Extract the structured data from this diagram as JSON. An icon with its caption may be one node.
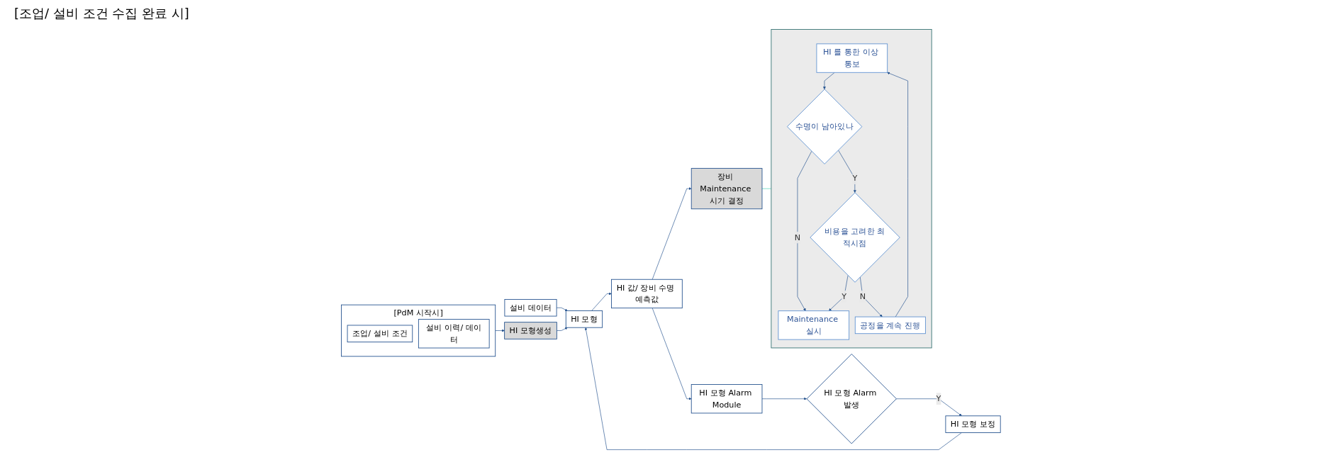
{
  "diagram": {
    "nodes": [
      {
        "text": [
          "[PdM 시작시]"
        ]
      },
      {
        "text": [
          "조업/ 설비 조건"
        ],
        "in": 0
      },
      {
        "text": [
          "설비 이력/ 데이터"
        ],
        "in": 0
      },
      {
        "text": [
          "HI 모형생성"
        ]
      },
      {
        "text": [
          "설비 데이터"
        ]
      },
      {
        "text": [
          "HI 모형"
        ]
      },
      {
        "text": [
          "장비 Maintenance 시기 결정"
        ]
      },
      {
        "text": [
          "HI 값/ 장비 수명 예측값"
        ]
      },
      {
        "text": [
          "HI 모형 Alarm Module"
        ]
      },
      {
        "text": [
          "HI 모형 Alarm 발생"
        ]
      },
      {
        "text": [
          "HI 모형 보정"
        ]
      },
      {
        "text": [],
        "shape": "box"
      },
      {
        "text": [
          "HI 를 통한 이상 통보"
        ],
        "in": 11
      },
      {
        "text": [
          "수명이 남아있나"
        ],
        "in": 11
      },
      {
        "text": [
          "Maintenance 실시"
        ],
        "in": 11
      },
      {
        "text": [
          "비용을 고려한 최적시점"
        ],
        "in": 11
      },
      {
        "text": [
          "공정을 계속 진행"
        ],
        "in": 11
      }
    ],
    "edges": [
      {
        "from": 0,
        "to": 3,
        "arrow": "to"
      },
      {
        "from": 4,
        "to": 5,
        "arrow": "to"
      },
      {
        "from": 3,
        "to": 5,
        "arrow": "to"
      },
      {
        "from": 5,
        "to": 7,
        "arrow": "to"
      },
      {
        "from": 7,
        "to": 6,
        "arrow": "to"
      },
      {
        "from": 7,
        "to": 8,
        "arrow": "to"
      },
      {
        "from": 8,
        "to": 9,
        "arrow": "to"
      },
      {
        "from": 9,
        "to": 10,
        "label": "Y",
        "arrow": "to"
      },
      {
        "from": 10,
        "to": 5,
        "arrow": "to"
      },
      {
        "from": 6,
        "to": 11,
        "arrow": "none",
        "color": "#40d0b0"
      },
      {
        "from": 12,
        "to": 13,
        "arrow": "to"
      },
      {
        "from": 13,
        "to": 14,
        "label": "N",
        "arrow": "to"
      },
      {
        "from": 13,
        "to": 15,
        "label": "Y",
        "arrow": "to"
      },
      {
        "from": 15,
        "to": 14,
        "label": "Y",
        "arrow": "to"
      },
      {
        "from": 15,
        "to": 16,
        "label": "N",
        "arrow": "to"
      },
      {
        "from": 16,
        "to": 12,
        "arrow": "to"
      }
    ],
    "labels": [
      "[조업/ 설비 조건 수집 완료 시]"
    ]
  }
}
